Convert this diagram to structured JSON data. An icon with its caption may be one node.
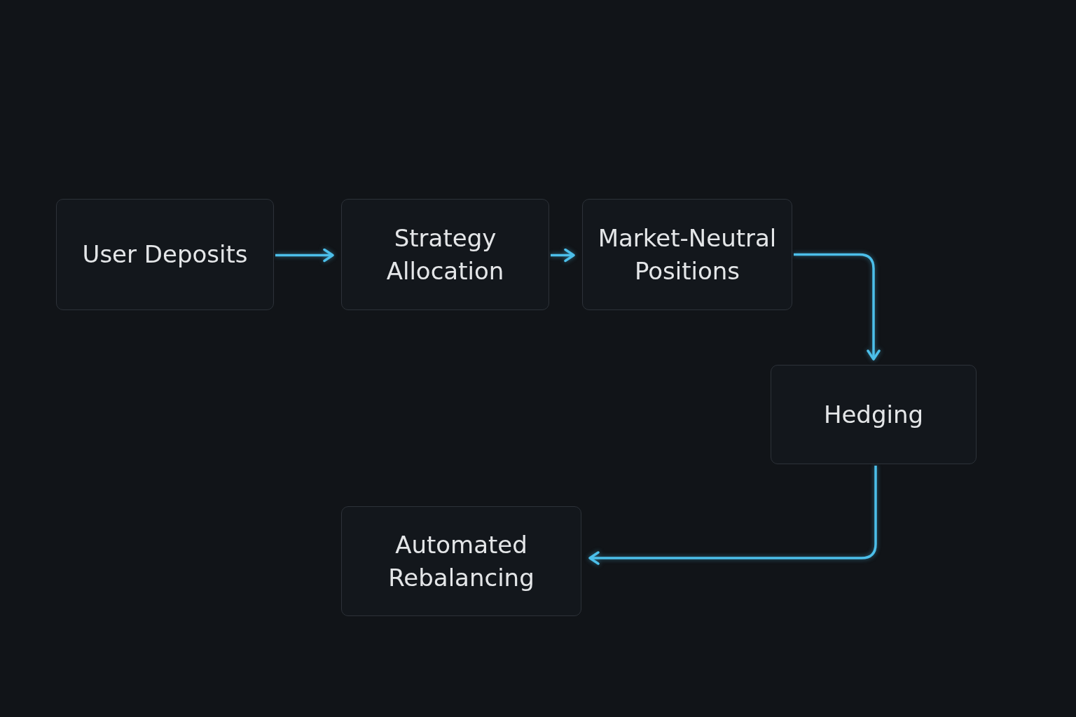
{
  "diagram": {
    "nodes": [
      {
        "text": [
          "User Deposits"
        ]
      },
      {
        "text": [
          "Strategy Allocation"
        ]
      },
      {
        "text": [
          "Market-Neutral Positions"
        ]
      },
      {
        "text": [
          "Hedging"
        ]
      },
      {
        "text": [
          "Automated Rebalancing"
        ]
      }
    ],
    "edges": [
      {
        "from": 0,
        "to": 1,
        "arrow": "to"
      },
      {
        "from": 1,
        "to": 2,
        "arrow": "to"
      },
      {
        "from": 2,
        "to": 3,
        "arrow": "to"
      },
      {
        "from": 3,
        "to": 4,
        "arrow": "to"
      }
    ]
  }
}
